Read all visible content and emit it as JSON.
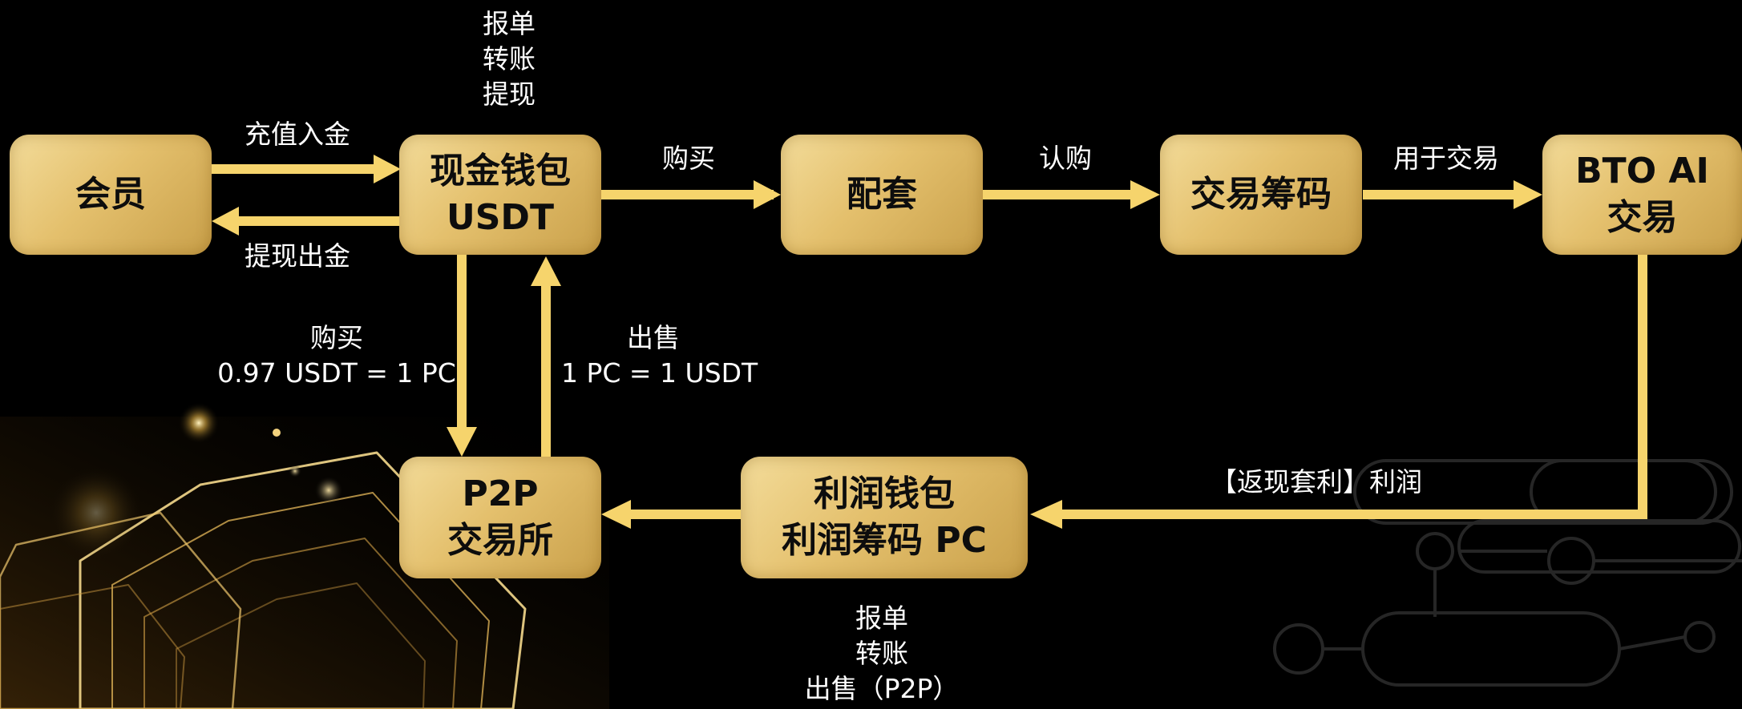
{
  "nodes": {
    "member": {
      "lines": [
        "会员"
      ]
    },
    "cash_wallet": {
      "lines": [
        "现金钱包",
        "USDT"
      ]
    },
    "package": {
      "lines": [
        "配套"
      ]
    },
    "trading_chips": {
      "lines": [
        "交易筹码"
      ]
    },
    "bto_ai": {
      "lines": [
        "BTO AI",
        "交易"
      ]
    },
    "p2p_exchange": {
      "lines": [
        "P2P",
        "交易所"
      ]
    },
    "profit_wallet": {
      "lines": [
        "利润钱包",
        "利润筹码 PC"
      ]
    }
  },
  "labels": {
    "deposit": "充值入金",
    "withdraw": "提现出金",
    "buy_top": "购买",
    "subscribe": "认购",
    "use_for_trading": "用于交易",
    "cashback_profit": "【返现套利】利润",
    "p2p_buy": [
      "购买",
      "0.97 USDT = 1 PC"
    ],
    "p2p_sell": [
      "出售",
      "1 PC = 1 USDT"
    ],
    "cash_wallet_ops": [
      "报单",
      "转账",
      "提现"
    ],
    "profit_wallet_ops": [
      "报单",
      "转账",
      "出售（P2P）"
    ]
  },
  "colors": {
    "background": "#000000",
    "arrow": "#f6d46c",
    "box_light": "#f3dc9a",
    "box_dark": "#c9a04a",
    "text_on_box": "#0d0d0d",
    "label_text": "#ffffff"
  }
}
